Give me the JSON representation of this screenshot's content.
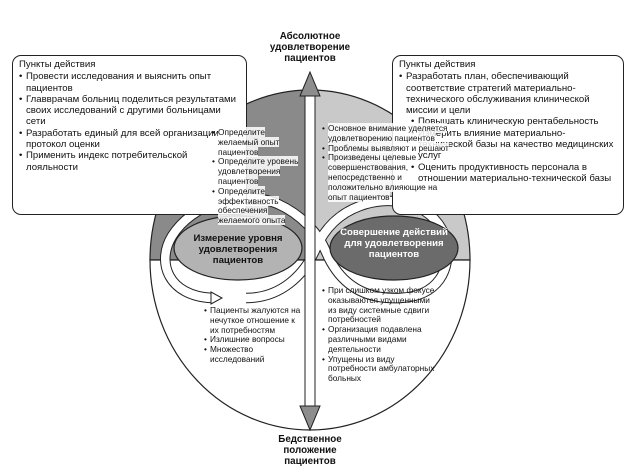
{
  "axis": {
    "top": "Абсолютное удовлетворение пациентов",
    "bottom": "Бедственное положение пациентов"
  },
  "left_box": {
    "title": "Пункты действия",
    "items": [
      "Провести исследования и выяснить опыт пациентов",
      "Главврачам больниц поделиться результатами своих исследований с другими больницами сети",
      "Разработать единый для всей организации протокол оценки",
      "Применить индекс потребительской лояльности"
    ]
  },
  "right_box": {
    "title": "Пункты действия",
    "items": [
      "Разработать план, обеспечивающий соответствие стратегий материально-технического обслуживания клинической миссии и цели",
      "Повышать клиническую рентабельность",
      "Измерить влияние материально-технической базы на качество медицинских услуг",
      "Оценить продуктивность персонала в отношении материально-технической базы"
    ]
  },
  "quadrants": {
    "top_left": [
      "Определите желаемый опыт пациентов",
      "Определите уровень удовлетворения пациентов",
      "Определите эффективность обеспечения желаемого опыта"
    ],
    "top_right": [
      "Основное внимание уделяется удовлетворению пациентов",
      "Проблемы выявляют и решают",
      "Произведены целевые совершенствования, непосредственно и положительно влияющие на опыт пациентов"
    ],
    "bottom_left": [
      "Пациенты жалуются на нечуткое отношение к их потребностям",
      "Излишние вопросы",
      "Множество исследований"
    ],
    "bottom_right": [
      "При слишком узком фокусе оказываются упущенными из виду системные сдвиги потребностей",
      "Организация подавлена различными видами деятельности",
      "Упущены из виду потребности амбулаторных больных"
    ]
  },
  "ellipses": {
    "left": "Измерение уровня удовлетворения пациентов",
    "right": "Совершение действий для удовлетворения пациентов"
  },
  "colors": {
    "top_left_fill": "#8a8a8a",
    "top_right_fill": "#c9c9c9",
    "left_ellipse_fill": "#b3b3b3",
    "right_ellipse_fill": "#6b6b6b",
    "arrow_fill": "#8d8d8d",
    "stroke": "#222222"
  }
}
